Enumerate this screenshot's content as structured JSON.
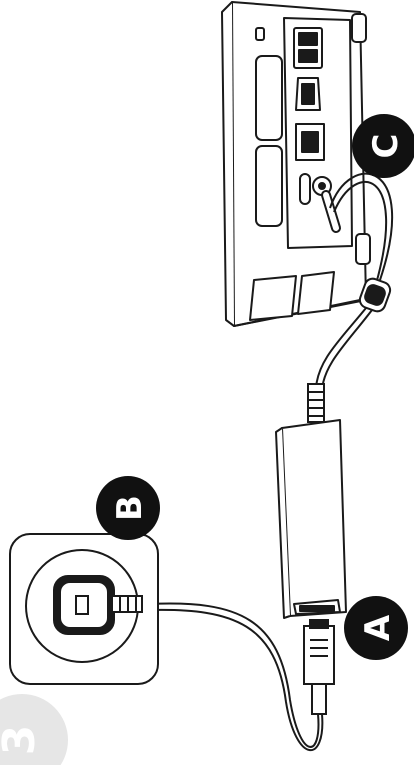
{
  "step_number": "3",
  "callouts": [
    {
      "id": "A",
      "label": "A",
      "target": "power-adapter"
    },
    {
      "id": "B",
      "label": "B",
      "target": "wall-outlet"
    },
    {
      "id": "C",
      "label": "C",
      "target": "dc-in-port"
    }
  ],
  "colors": {
    "line": "#1a1a1a",
    "fill": "#ffffff",
    "callout_bg": "#111111",
    "step_badge": "#e6e6e6"
  }
}
